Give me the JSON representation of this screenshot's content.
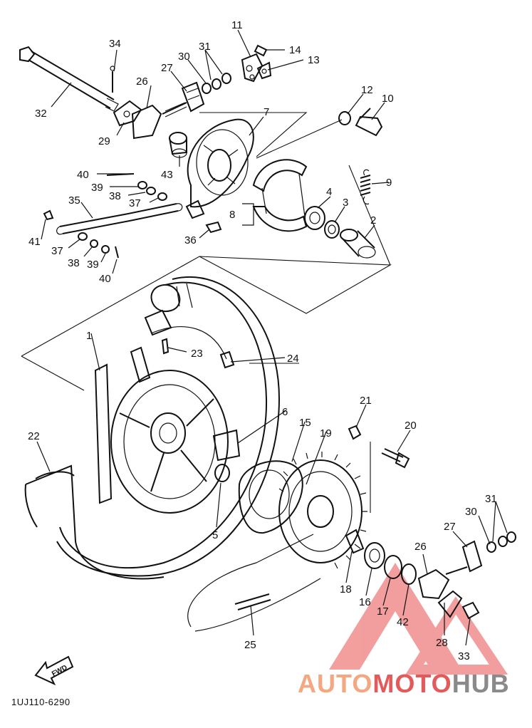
{
  "diagram": {
    "callouts": [
      {
        "id": "c34",
        "text": "34"
      },
      {
        "id": "c31a",
        "text": "31"
      },
      {
        "id": "c11",
        "text": "11"
      },
      {
        "id": "c14",
        "text": "14"
      },
      {
        "id": "c13",
        "text": "13"
      },
      {
        "id": "c30a",
        "text": "30"
      },
      {
        "id": "c27a",
        "text": "27"
      },
      {
        "id": "c26a",
        "text": "26"
      },
      {
        "id": "c32",
        "text": "32"
      },
      {
        "id": "c29",
        "text": "29"
      },
      {
        "id": "c7",
        "text": "7"
      },
      {
        "id": "c12",
        "text": "12"
      },
      {
        "id": "c10",
        "text": "10"
      },
      {
        "id": "c43",
        "text": "43"
      },
      {
        "id": "c40a",
        "text": "40"
      },
      {
        "id": "c39a",
        "text": "39"
      },
      {
        "id": "c38a",
        "text": "38"
      },
      {
        "id": "c37a",
        "text": "37"
      },
      {
        "id": "c35",
        "text": "35"
      },
      {
        "id": "c9",
        "text": "9"
      },
      {
        "id": "c4",
        "text": "4"
      },
      {
        "id": "c3",
        "text": "3"
      },
      {
        "id": "c8",
        "text": "8"
      },
      {
        "id": "c2",
        "text": "2"
      },
      {
        "id": "c41",
        "text": "41"
      },
      {
        "id": "c36",
        "text": "36"
      },
      {
        "id": "c37b",
        "text": "37"
      },
      {
        "id": "c38b",
        "text": "38"
      },
      {
        "id": "c39b",
        "text": "39"
      },
      {
        "id": "c40b",
        "text": "40"
      },
      {
        "id": "c1",
        "text": "1"
      },
      {
        "id": "c23",
        "text": "23"
      },
      {
        "id": "c24",
        "text": "24"
      },
      {
        "id": "c22",
        "text": "22"
      },
      {
        "id": "c6",
        "text": "6"
      },
      {
        "id": "c15",
        "text": "15"
      },
      {
        "id": "c19",
        "text": "19"
      },
      {
        "id": "c21",
        "text": "21"
      },
      {
        "id": "c20",
        "text": "20"
      },
      {
        "id": "c5",
        "text": "5"
      },
      {
        "id": "c31b",
        "text": "31"
      },
      {
        "id": "c30b",
        "text": "30"
      },
      {
        "id": "c27b",
        "text": "27"
      },
      {
        "id": "c26b",
        "text": "26"
      },
      {
        "id": "c18",
        "text": "18"
      },
      {
        "id": "c16",
        "text": "16"
      },
      {
        "id": "c17",
        "text": "17"
      },
      {
        "id": "c42",
        "text": "42"
      },
      {
        "id": "c28",
        "text": "28"
      },
      {
        "id": "c33",
        "text": "33"
      },
      {
        "id": "c25",
        "text": "25"
      }
    ],
    "fwd_label": "FWD",
    "drawing_code": "1UJ110-6290"
  },
  "watermark": {
    "part1": "AUTO",
    "part2": "MOTO",
    "part3": "HUB",
    "colors": {
      "triangle": "#e8504f",
      "auto": "#f4a882",
      "moto": "#e35a5a",
      "hub": "#8a8a8a"
    }
  }
}
